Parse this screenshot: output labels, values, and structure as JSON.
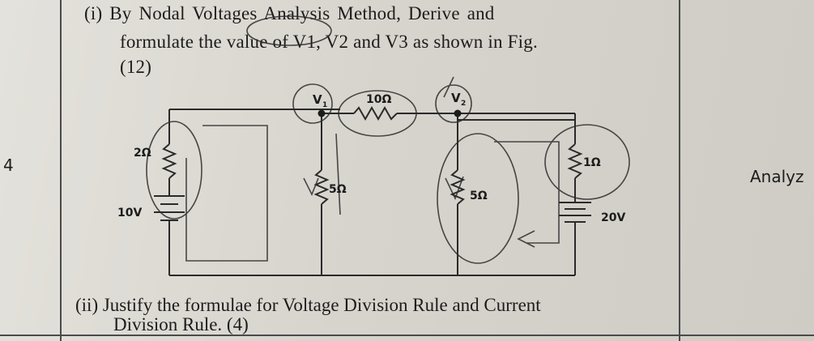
{
  "question": {
    "number": "4",
    "part1": {
      "line1": "(i) By  Nodal  Voltages  Analysis  Method,  Derive  and",
      "line2": "formulate the value of V1, V2 and V3 as shown in Fig.",
      "line3": "(12)"
    },
    "part2": {
      "line1": "(ii) Justify the formulae for Voltage Division Rule and Current",
      "line2": "Division Rule. (4)"
    }
  },
  "side_label": "Analyz",
  "circuit": {
    "node1_label": "V",
    "node1_sub": "1",
    "node2_label": "V",
    "node2_sub": "2",
    "r_series": "10Ω",
    "r_left": "2Ω",
    "r_mid1": "5Ω",
    "r_mid2": "5Ω",
    "r_right": "1Ω",
    "src_left": "10V",
    "src_right": "20V"
  }
}
